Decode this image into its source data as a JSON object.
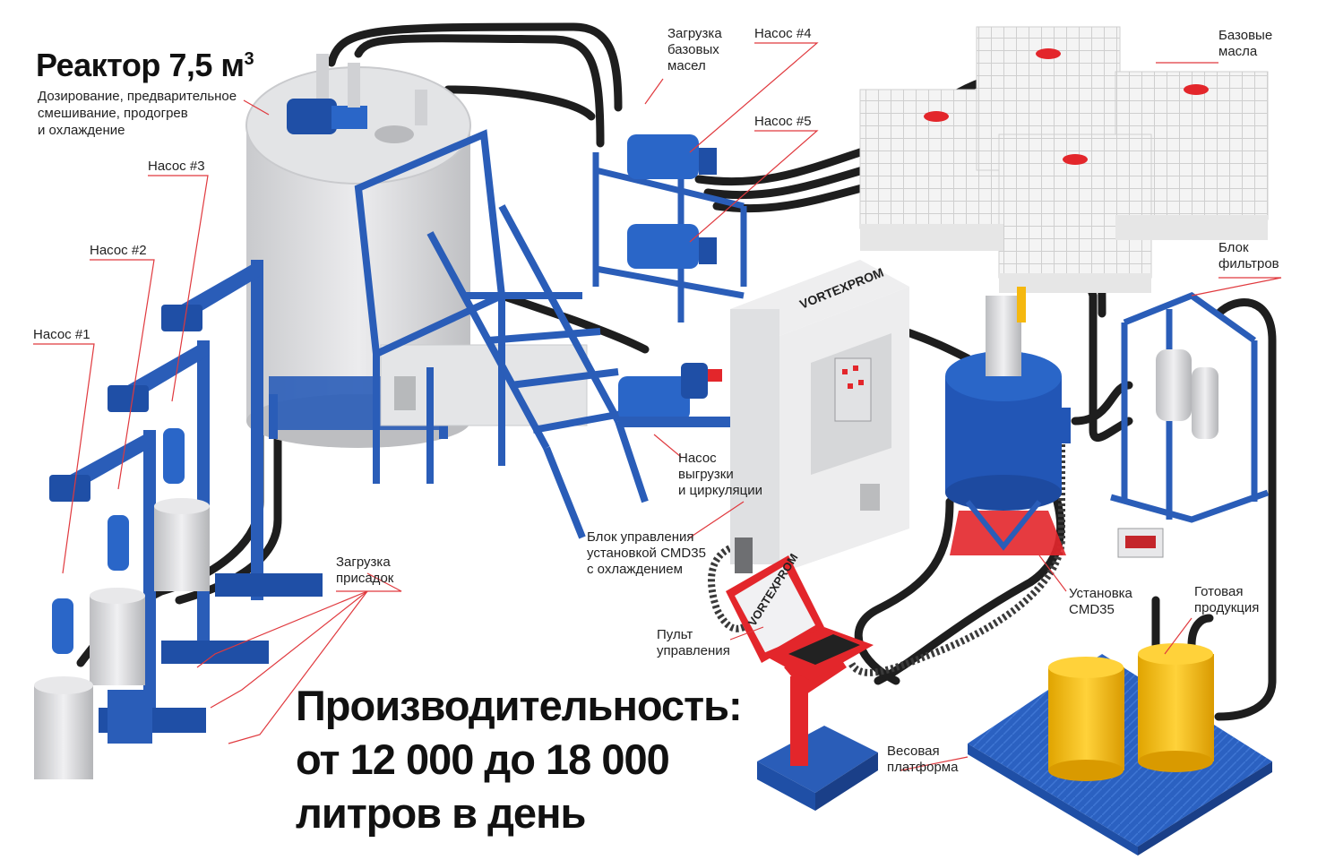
{
  "title": {
    "text": "Реактор 7,5 м",
    "superscript": "3",
    "subtitle_lines": [
      "Дозирование, предварительное",
      "смешивание, продогрев",
      "и охлаждение"
    ]
  },
  "callouts": {
    "pump1": [
      "Насос #1"
    ],
    "pump2": [
      "Насос #2"
    ],
    "pump3": [
      "Насос #3"
    ],
    "pump4": [
      "Насос #4"
    ],
    "pump5": [
      "Насос #5"
    ],
    "base_oil_loading": [
      "Загрузка",
      "базовых",
      "масел"
    ],
    "base_oils": [
      "Базовые",
      "масла"
    ],
    "filter_block": [
      "Блок",
      "фильтров"
    ],
    "unload_pump": [
      "Насос",
      "выгрузки",
      "и циркуляции"
    ],
    "control_block": [
      "Блок управления",
      "установкой CMD35",
      "с охлаждением"
    ],
    "additive_loading": [
      "Загрузка",
      "присадок"
    ],
    "control_panel": [
      "Пульт",
      "управления"
    ],
    "cmd35": [
      "Установка",
      "CMD35"
    ],
    "finished_product": [
      "Готовая",
      "продукция"
    ],
    "scale_platform": [
      "Весовая",
      "платформа"
    ]
  },
  "headline": {
    "lines": [
      "Производительность:",
      "от 12 000 до 18 000",
      "литров в день"
    ]
  },
  "brand": {
    "logo_text": "VORTEXPROM"
  },
  "colors": {
    "frame_blue": "#2a5db8",
    "deep_blue": "#1f4fa6",
    "callout_red": "#e0393e",
    "hose_black": "#1e1e1e",
    "tank_grey": "#dcdde0",
    "drum_yellow": "#f5b80f",
    "panel_red": "#e3262b"
  }
}
